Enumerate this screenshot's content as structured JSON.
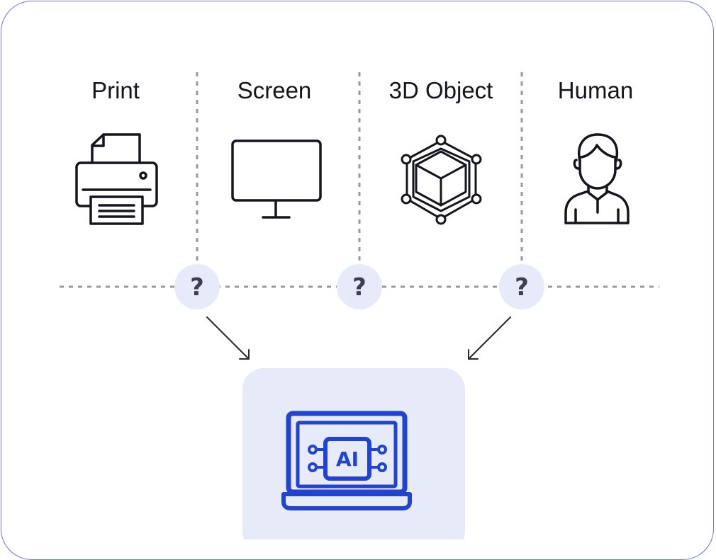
{
  "categories": [
    {
      "label": "Print",
      "icon": "printer-icon"
    },
    {
      "label": "Screen",
      "icon": "monitor-icon"
    },
    {
      "label": "3D Object",
      "icon": "cube-network-icon"
    },
    {
      "label": "Human",
      "icon": "person-icon"
    }
  ],
  "junctions": [
    {
      "symbol": "?"
    },
    {
      "symbol": "?"
    },
    {
      "symbol": "?"
    }
  ],
  "ai_box": {
    "icon": "laptop-ai-icon",
    "icon_text": "AI"
  },
  "colors": {
    "card_border": "#6b78d6",
    "junction_fill": "#e7eaf8",
    "ai_box_fill": "#e7eaf8",
    "ai_icon": "#2143d1",
    "dashed_line": "#9a9a9a",
    "icon_stroke": "#15151f"
  }
}
